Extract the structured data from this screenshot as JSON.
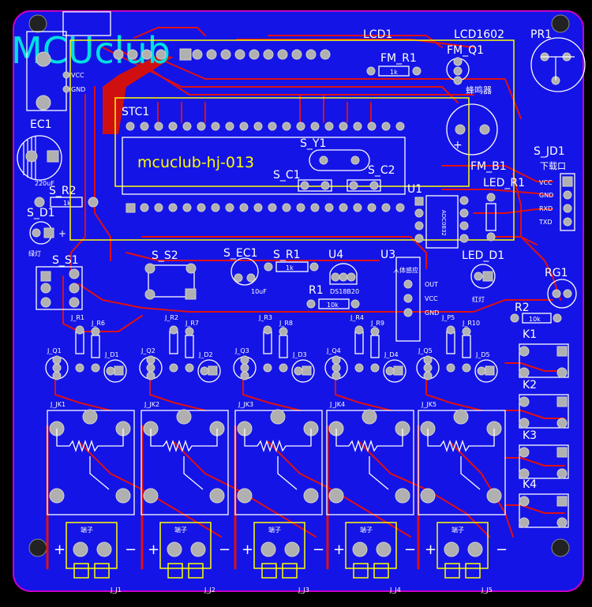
{
  "watermark": "MCUclub",
  "board_text": "mcuclub-hj-013",
  "labels": {
    "lcd1": "LCD1",
    "lcd1602": "LCD1602",
    "pr1": "PR1",
    "fm_r1": "FM_R1",
    "fm_q1": "FM_Q1",
    "fm_b1": "FM_B1",
    "buzzer_cn": "蜂鸣器",
    "stc1": "STC1",
    "s_y1": "S_Y1",
    "s_c1": "S_C1",
    "s_c2": "S_C2",
    "ec1": "EC1",
    "ec1_val": "220uF",
    "s_r2": "S_R2",
    "s_d1": "S_D1",
    "green_cn": "绿灯",
    "s_s1": "S_S1",
    "s_s2": "S_S2",
    "s_ec1": "S_EC1",
    "s_ec1_val": "10uF",
    "s_r1": "S_R1",
    "u4": "U4",
    "u4_val": "DS18B20",
    "u3": "U3",
    "u1": "U1",
    "u1_val": "ADC0832",
    "led_r1": "LED_R1",
    "led_d1": "LED_D1",
    "red_cn": "红灯",
    "s_jd1": "S_JD1",
    "download_cn": "下载口",
    "vcc": "VCC",
    "gnd": "GND",
    "rxd": "RXD",
    "txd": "TXD",
    "r1": "R1",
    "r1_val": "10k",
    "r2": "R2",
    "r2_val": "10k",
    "rg1": "RG1",
    "k1": "K1",
    "k2": "K2",
    "k3": "K3",
    "k4": "K4",
    "fm_r1_val": "1k",
    "s_r1_val": "1k",
    "s_r2_val": "1k",
    "u3_out": "OUT",
    "u3_vcc": "VCC",
    "u3_gnd": "GND",
    "u3_title": "人体感应",
    "p1_vcc": "VCC",
    "p1_gnd": "GND"
  },
  "relay_channels": [
    {
      "q": "J_Q1",
      "r1": "J_R1",
      "r2": "J_R6",
      "d": "J_D1",
      "jk": "J_JK1",
      "j": "J_J1",
      "term": "端子"
    },
    {
      "q": "J_Q2",
      "r1": "J_R2",
      "r2": "J_R7",
      "d": "J_D2",
      "jk": "J_JK2",
      "j": "J_J2",
      "term": "端子"
    },
    {
      "q": "J_Q3",
      "r1": "J_R3",
      "r2": "J_R8",
      "d": "J_D3",
      "jk": "J_JK3",
      "j": "J_J3",
      "term": "端子"
    },
    {
      "q": "J_Q4",
      "r1": "J_R4",
      "r2": "J_R9",
      "d": "J_D4",
      "jk": "J_JK4",
      "j": "J_J4",
      "term": "端子"
    },
    {
      "q": "J_Q5",
      "r1": "J_P5",
      "r2": "J_R10",
      "d": "J_D5",
      "jk": "J_JK5",
      "j": "J_J5",
      "term": "端子"
    }
  ],
  "colors": {
    "board": "#1414e6",
    "outline": "#c800c8",
    "trace": "#e01010",
    "silk": "#ffffff",
    "highlight": "#ffff00",
    "watermark": "#00e0e0",
    "pad": "#b0b0b0"
  }
}
